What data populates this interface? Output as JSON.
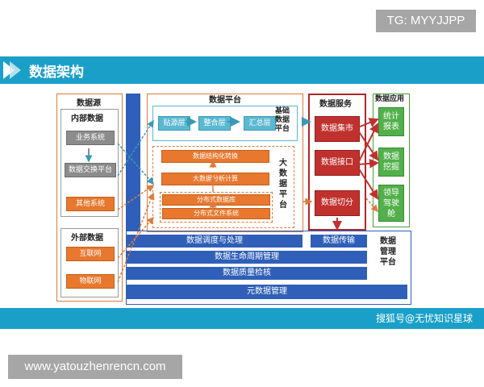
{
  "tg_label": "TG: MYYJJPP",
  "watermark": "www.yatouzhenrencn.com",
  "slide": {
    "title": "数据架构",
    "footer": "搜狐号@无忧知识星球",
    "sources": {
      "title": "数据源",
      "internal": {
        "title": "内部数据",
        "items": [
          "业务系统",
          "数据交换平台",
          "其他系统"
        ]
      },
      "external": {
        "title": "外部数据",
        "items": [
          "互联网",
          "物联网"
        ]
      }
    },
    "platform": {
      "title": "数据平台",
      "basic_label": "基础\n数据\n平台",
      "layers": [
        "贴源层",
        "整合层",
        "汇总层"
      ],
      "bigdata_label": "大\n数\n据\n平\n台",
      "bigdata_items": [
        "数据结构化转换",
        "大数据分析计算",
        "分布式数据库",
        "分布式文件系统"
      ]
    },
    "services": {
      "title": "数据服务",
      "items": [
        "数据集市",
        "数据接口",
        "数据切分"
      ]
    },
    "apps": {
      "title": "数据应用",
      "items": [
        "统计\n报表",
        "数据\n挖掘",
        "领导\n驾驶\n舱"
      ]
    },
    "management": {
      "label": "数据\n管理\n平台",
      "bars": [
        "数据调度与处理",
        "数据传输",
        "数据生命周期管理",
        "数据质量检核",
        "元数据管理"
      ]
    }
  }
}
